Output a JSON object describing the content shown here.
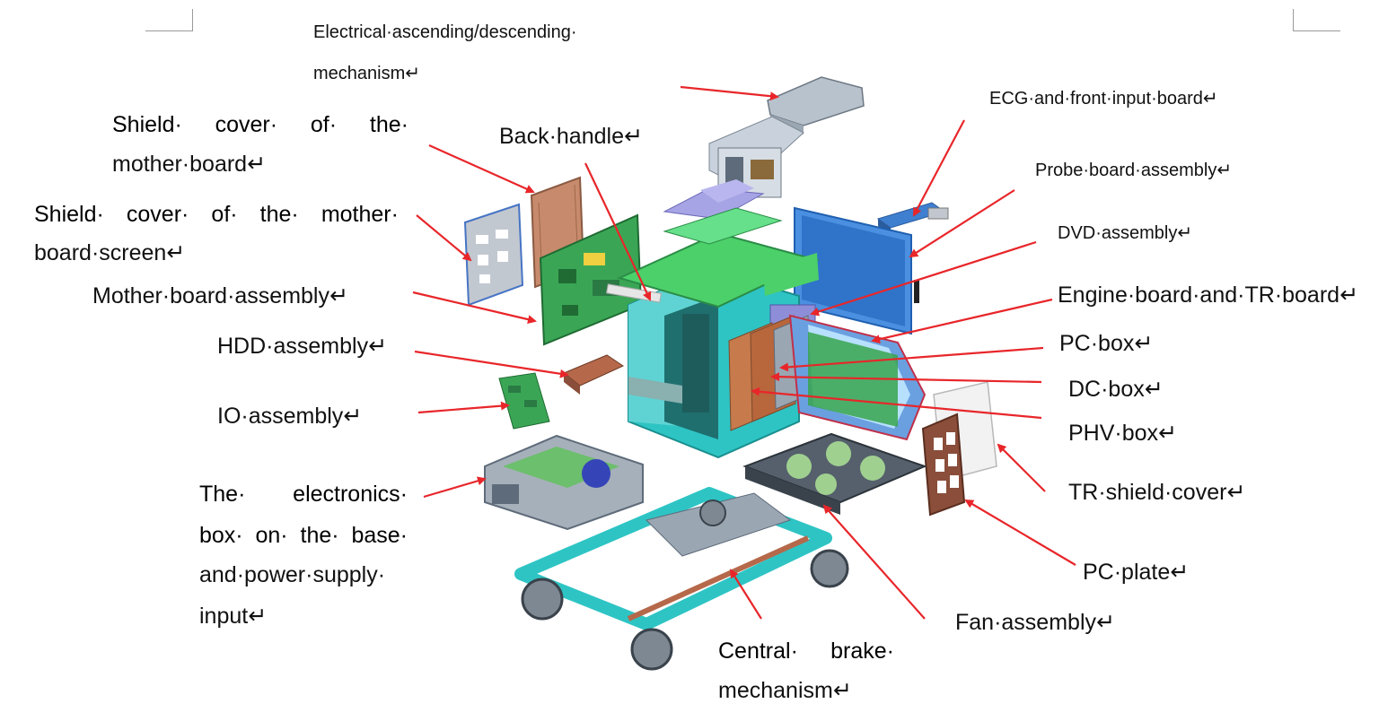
{
  "colors": {
    "arrow": "#e8262a",
    "frame": "#2ec4c4",
    "green_board": "#4caf50",
    "copper": "#b5694a",
    "shield_blue": "#3f7fd0",
    "metal": "#8e9aa6"
  },
  "labels": {
    "electrical_line1": "Electrical·ascending/descending·",
    "electrical_line2": "mechanism↵",
    "shield_mb_w1": "Shield·",
    "shield_mb_w2": "cover·",
    "shield_mb_w3": "of·",
    "shield_mb_w4": "the·",
    "shield_mb_line2": "mother·board↵",
    "shield_scr_w1": "Shield·",
    "shield_scr_w2": "cover·",
    "shield_scr_w3": "of·",
    "shield_scr_w4": "the·",
    "shield_scr_w5": "mother·",
    "shield_scr_line2": "board·screen↵",
    "back_handle": "Back·handle↵",
    "mother_board_assembly": "Mother·board·assembly↵",
    "hdd_assembly": "HDD·assembly↵",
    "io_assembly": "IO·assembly↵",
    "elec_w1": "The·",
    "elec_w2": "electronics·",
    "elec_l2_w1": "box·",
    "elec_l2_w2": "on·",
    "elec_l2_w3": "the·",
    "elec_l2_w4": "base·",
    "elec_line3": "and·power·supply·",
    "elec_line4": "input↵",
    "ecg_board": "ECG·and·front·input·board↵",
    "probe_board": "Probe·board·assembly↵",
    "dvd_assembly": "DVD·assembly↵",
    "engine_board": "Engine·board·and·TR·board↵",
    "pc_box": "PC·box↵",
    "dc_box": "DC·box↵",
    "phv_box": "PHV·box↵",
    "tr_shield": "TR·shield·cover↵",
    "pc_plate": "PC·plate↵",
    "fan_assembly": "Fan·assembly↵",
    "brake_w1": "Central·",
    "brake_w2": "brake·",
    "brake_line2": "mechanism↵"
  }
}
